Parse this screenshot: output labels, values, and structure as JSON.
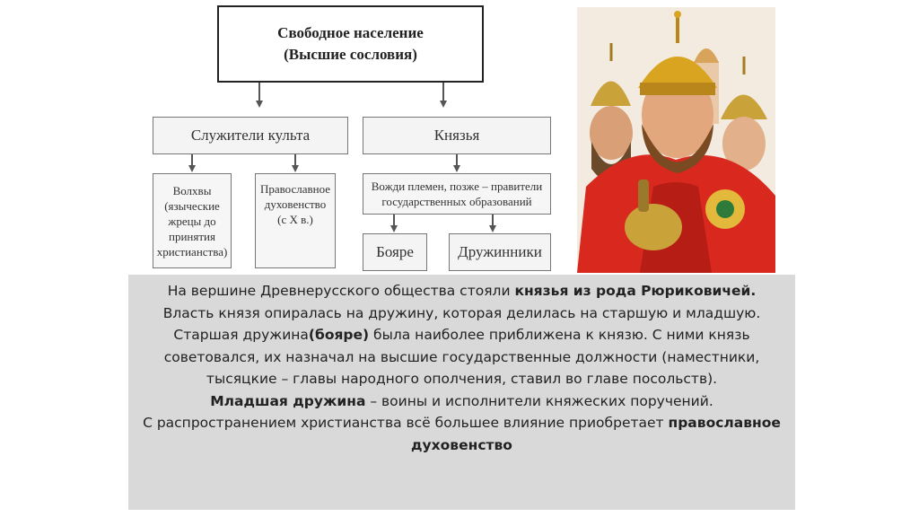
{
  "diagram": {
    "top": {
      "line1": "Свободное население",
      "line2": "(Высшие сословия)"
    },
    "clergy": "Служители культа",
    "princes": "Князья",
    "volkhvy": [
      "Волхвы",
      "(языческие",
      "жрецы до",
      "принятия",
      "христианства)"
    ],
    "orthodox": [
      "Православное",
      "духовенство",
      "(с X в.)"
    ],
    "chiefs": [
      "Вожди племен, позже – правители",
      "государственных образований"
    ],
    "boyars": "Бояре",
    "druzhinniki": "Дружинники"
  },
  "text": {
    "p1_plain": "На вершине Древнерусского общества стояли ",
    "p1_bold": "князья из рода Рюриковичей.",
    "p2": "Власть князя опиралась на дружину, которая делилась на старшую и младшую.",
    "p3_a": "Старшая дружина",
    "p3_bold": "(бояре)",
    "p3_b": " была наиболее приближена к князю. С ними князь советовался, их назначал на высшие государственные должности (наместники, тысяцкие – главы народного ополчения, ставил во главе посольств).",
    "p4_bold": "Младшая дружина",
    "p4_plain": " – воины и исполнители княжеских поручений.",
    "p5_plain": "С распространением христианства всё большее влияние приобретает ",
    "p5_bold": "православное духовенство"
  },
  "colors": {
    "panel": "#d9d9d9",
    "cape": "#d9281e",
    "helmet": "#d9a520",
    "sky": "#f3ebe0"
  },
  "illustration": "three-princes-painting"
}
